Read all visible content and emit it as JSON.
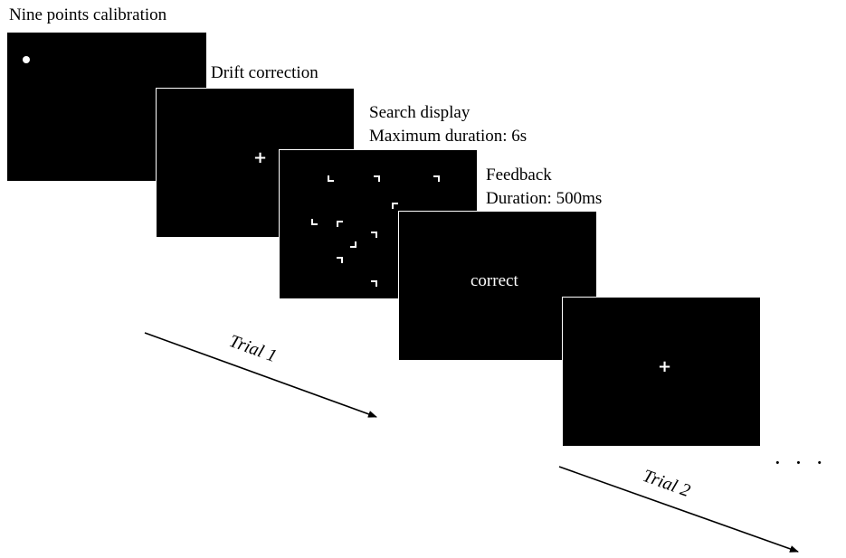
{
  "labels": {
    "calibration": "Nine points calibration",
    "drift": "Drift correction",
    "search_line1": "Search display",
    "search_line2": "Maximum duration: 6s",
    "feedback_line1": "Feedback",
    "feedback_line2": "Duration: 500ms"
  },
  "screens": {
    "feedback_text": "correct",
    "fixation_symbol": "+"
  },
  "trials": {
    "trial1": "Trial 1",
    "trial2": "Trial 2"
  },
  "continuation": "· · ·",
  "colors": {
    "screen": "#000000",
    "background": "#ffffff",
    "stimulus": "#ffffff"
  }
}
